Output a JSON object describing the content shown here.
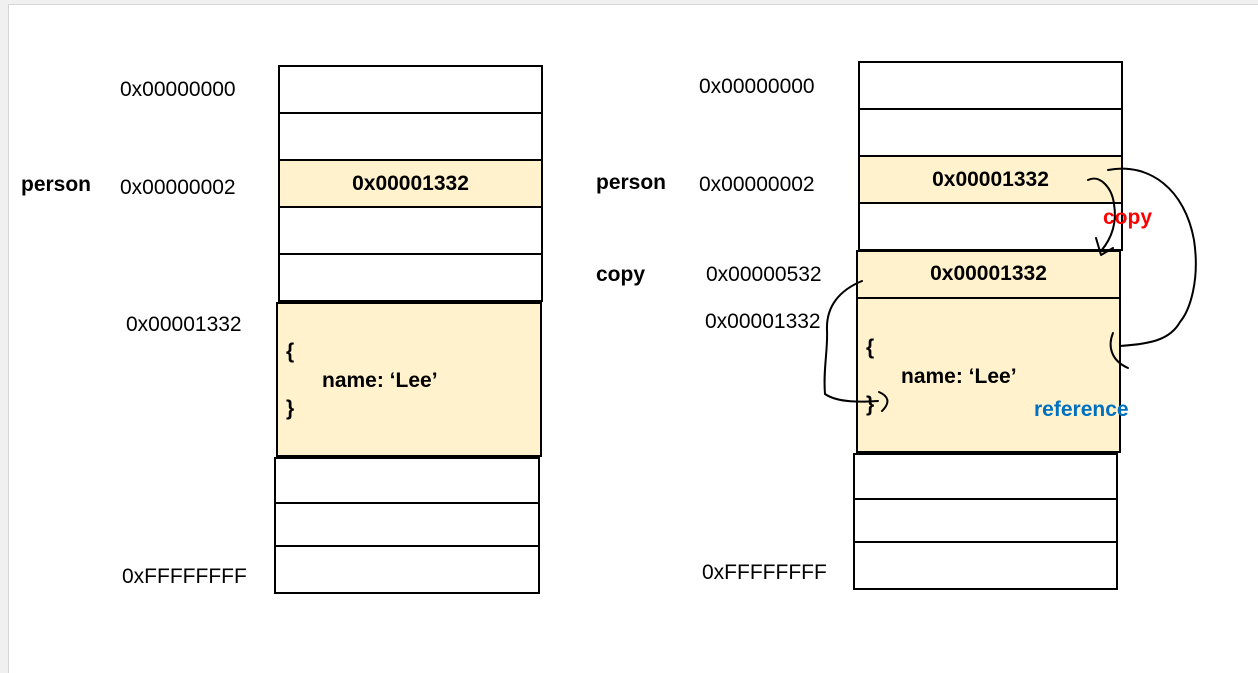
{
  "left": {
    "addr_top": "0x00000000",
    "addr_person": "0x00000002",
    "addr_object": "0x00001332",
    "addr_bottom": "0xFFFFFFFF",
    "var_person": "person",
    "person_value": "0x00001332",
    "object": {
      "open": "{",
      "prop": "name: ‘Lee’",
      "close": "}"
    }
  },
  "right": {
    "addr_top": "0x00000000",
    "addr_person": "0x00000002",
    "addr_copy": "0x00000532",
    "addr_object": "0x00001332",
    "addr_bottom": "0xFFFFFFFF",
    "var_person": "person",
    "var_copy": "copy",
    "person_value": "0x00001332",
    "copy_value": "0x00001332",
    "object": {
      "open": "{",
      "prop": "name: ‘Lee’",
      "close": "}"
    }
  },
  "annotations": {
    "copy_label": "copy",
    "reference_label": "reference"
  },
  "colors": {
    "highlight_fill": "#fff2cc",
    "copy_label": "#ff0000",
    "reference_label": "#0070c0",
    "outline": "#000000"
  }
}
